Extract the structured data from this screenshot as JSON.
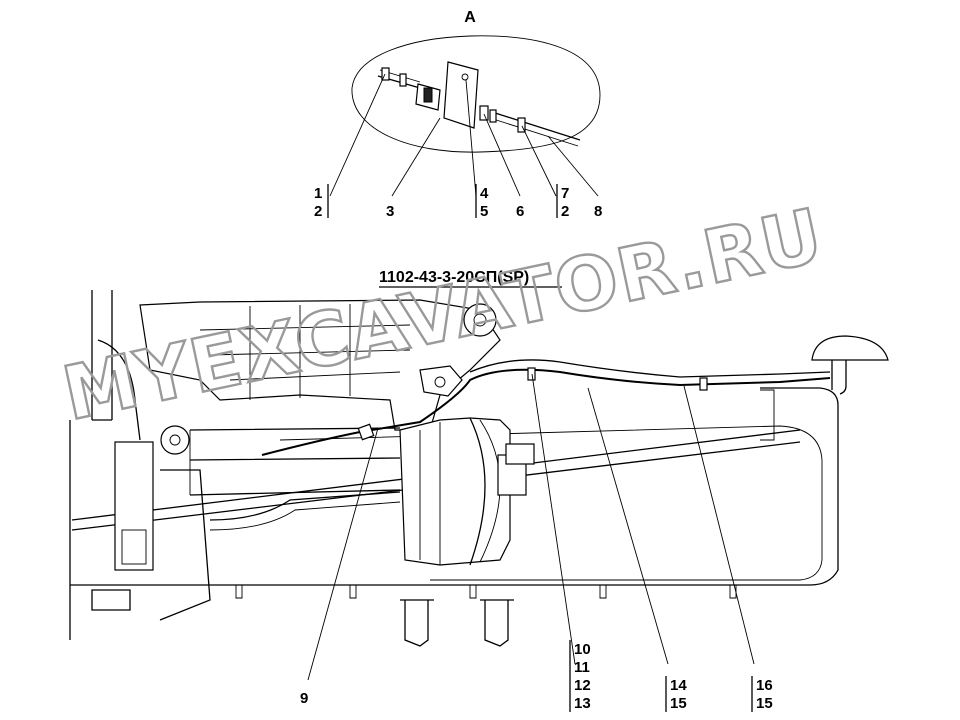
{
  "view_label": "A",
  "drawing_code": "1102-43-3-20СП(SP)",
  "watermark": "MYEXCAVATOR.RU",
  "detail_callouts": [
    {
      "id": "c1-2",
      "lines": [
        "1",
        "2"
      ]
    },
    {
      "id": "c3",
      "lines": [
        "3"
      ]
    },
    {
      "id": "c4-5",
      "lines": [
        "4",
        "5"
      ]
    },
    {
      "id": "c6",
      "lines": [
        "6"
      ]
    },
    {
      "id": "c7-2",
      "lines": [
        "7",
        "2"
      ]
    },
    {
      "id": "c8",
      "lines": [
        "8"
      ]
    }
  ],
  "main_callouts": [
    {
      "id": "c9",
      "lines": [
        "9"
      ]
    },
    {
      "id": "c10-13",
      "lines": [
        "10",
        "11",
        "12",
        "13"
      ]
    },
    {
      "id": "c14-15",
      "lines": [
        "14",
        "15"
      ]
    },
    {
      "id": "c16-15",
      "lines": [
        "16",
        "15"
      ]
    }
  ]
}
